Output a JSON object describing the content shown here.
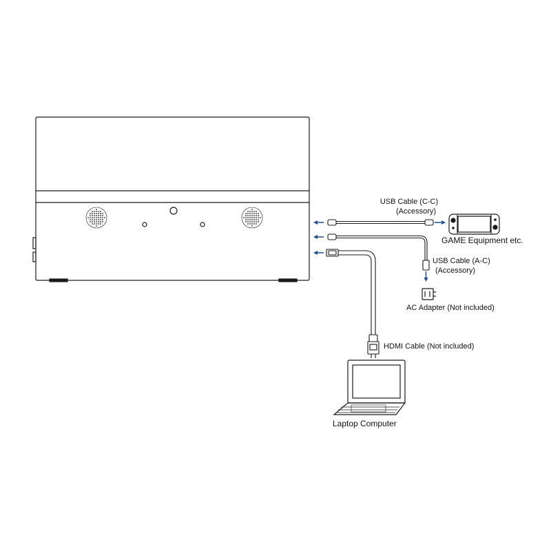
{
  "labels": {
    "usb_cc_title": "USB Cable (C-C)",
    "usb_cc_sub": "(Accessory)",
    "game": "GAME Equipment etc.",
    "usb_ac_title": "USB Cable (A-C)",
    "usb_ac_sub": "(Accessory)",
    "ac_adapter": "AC Adapter (Not included)",
    "hdmi": "HDMI Cable (Not included)",
    "laptop": "Laptop Computer"
  },
  "colors": {
    "line": "#1a1a1a",
    "arrow": "#1f4e9c",
    "background": "#ffffff"
  }
}
